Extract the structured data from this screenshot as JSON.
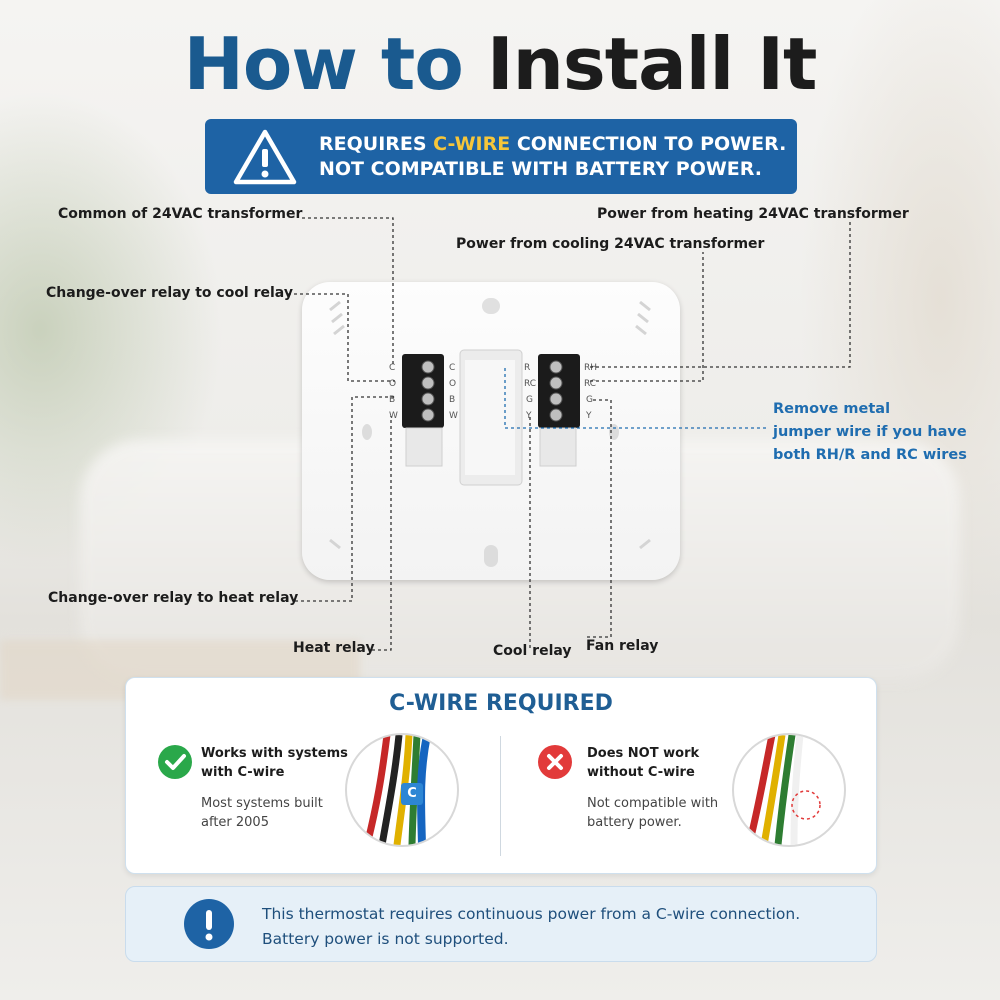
{
  "title": {
    "part1": "How to",
    "part2": "Install It"
  },
  "banner": {
    "line1_prefix": "REQUIRES ",
    "line1_highlight": "C-WIRE",
    "line1_suffix": " CONNECTION TO POWER.",
    "line2": "NOT COMPATIBLE WITH BATTERY POWER.",
    "icon": "warning-icon"
  },
  "labels": {
    "common": "Common of 24VAC transformer",
    "change_cool": "Change-over relay to cool relay",
    "change_heat": "Change-over relay to heat relay",
    "heat_relay": "Heat relay",
    "cool_relay": "Cool relay",
    "fan_relay": "Fan relay",
    "power_heating": "Power from heating 24VAC transformer",
    "power_cooling": "Power from cooling 24VAC transformer",
    "jumper_line1": "Remove metal",
    "jumper_line2": "jumper wire if you have",
    "jumper_line3": "both RH/R and RC wires"
  },
  "terminals": {
    "left": [
      "C",
      "O",
      "B",
      "W"
    ],
    "right": [
      "RH",
      "RC",
      "G",
      "Y"
    ],
    "right_inner": [
      "R",
      "RC",
      "G",
      "Y"
    ]
  },
  "cwire_panel": {
    "title": "C-WIRE REQUIRED",
    "works": {
      "line1": "Works with systems",
      "line2": "with C-wire",
      "sub1": "Most systems built",
      "sub2": "after 2005",
      "icon": "check-icon"
    },
    "not_work": {
      "line1": "Does NOT work",
      "line2": "without C-wire",
      "sub1": "Not compatible with",
      "sub2": "battery power.",
      "icon": "x-icon"
    },
    "badge": "C"
  },
  "note": {
    "line1": "This thermostat requires continuous power from a C-wire connection.",
    "line2": "Battery power is not supported.",
    "icon": "exclamation-icon"
  },
  "colors": {
    "brand_blue": "#1e63a5",
    "highlight_yellow": "#f6c63a",
    "ok_green": "#2aa84a",
    "error_red": "#e23a3a",
    "label_blue": "#1f6db0"
  }
}
